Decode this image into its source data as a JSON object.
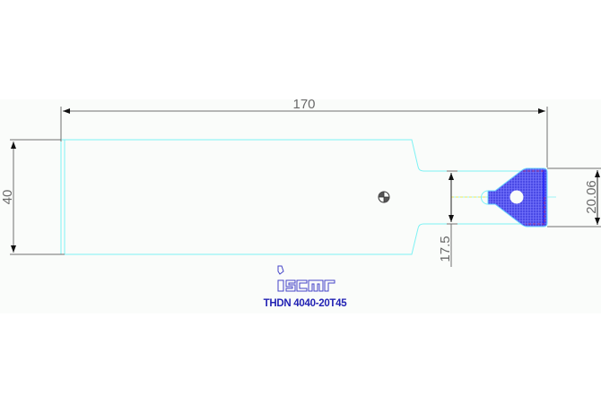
{
  "drawing": {
    "title": "THDN 4040-20T45",
    "brand": "iscar",
    "dimensions": {
      "overall_length": "170",
      "shank_height": "40",
      "neck_height": "17.5",
      "insert_height": "20.06"
    },
    "colors": {
      "outline": "#7ef2f4",
      "dimension": "#707070",
      "insert_fill": "#4a4ae6",
      "caption": "#2323b4",
      "centerline": "#e8e860",
      "background_band": "#fafcfa"
    },
    "icons": {
      "center_mark": "center-of-gravity-symbol",
      "logo": "iscar-logo"
    }
  }
}
